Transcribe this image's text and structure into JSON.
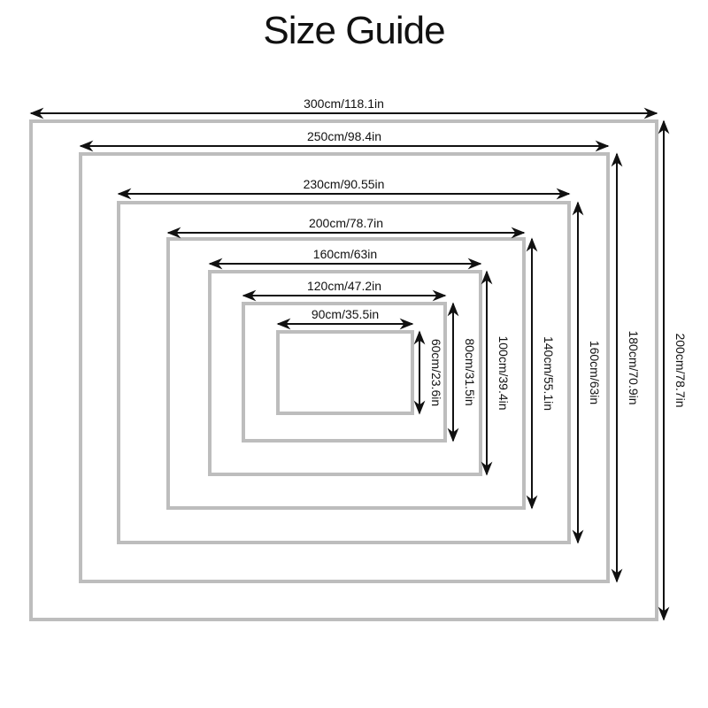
{
  "title": "Size Guide",
  "sizes": [
    {
      "width_label": "300cm/118.1in",
      "height_label": "200cm/78.7in"
    },
    {
      "width_label": "250cm/98.4in",
      "height_label": "180cm/70.9in"
    },
    {
      "width_label": "230cm/90.55in",
      "height_label": "160cm/63in"
    },
    {
      "width_label": "200cm/78.7in",
      "height_label": "140cm/55.1in"
    },
    {
      "width_label": "160cm/63in",
      "height_label": "100cm/39.4in"
    },
    {
      "width_label": "120cm/47.2in",
      "height_label": "80cm/31.5in"
    },
    {
      "width_label": "90cm/35.5in",
      "height_label": "60cm/23.6in"
    }
  ],
  "colors": {
    "frame": "#bdbdbd",
    "arrow": "#111111"
  }
}
